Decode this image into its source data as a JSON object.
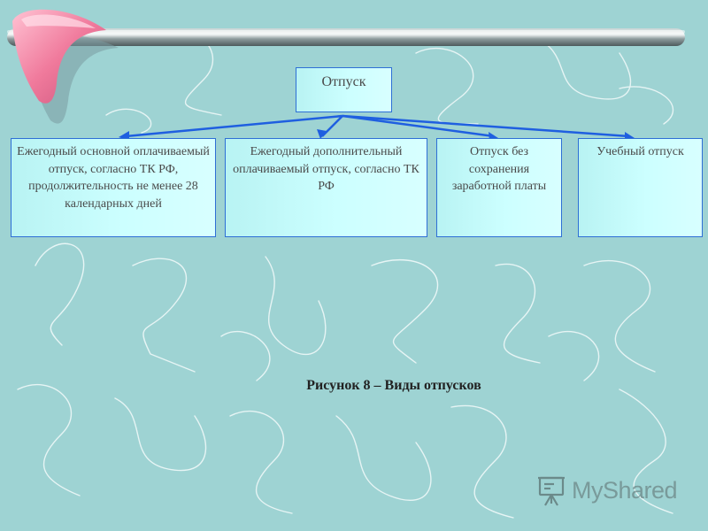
{
  "diagram": {
    "root": {
      "label": "Отпуск"
    },
    "children": [
      {
        "label": "Ежегодный основной оплачиваемый отпуск, согласно ТК РФ, продолжительность не менее 28 календарных дней"
      },
      {
        "label": "Ежегодный дополнительный оплачиваемый отпуск, согласно ТК РФ"
      },
      {
        "label": "Отпуск без сохранения заработной платы"
      },
      {
        "label": "Учебный отпуск"
      }
    ],
    "caption": "Рисунок 8 – Виды отпусков"
  },
  "watermark": {
    "text": "MyShared",
    "icon": "presentation-board-icon"
  },
  "colors": {
    "background": "#9ed3d3",
    "box_fill": "#ccffff",
    "box_border": "#2e6fd6",
    "arrow": "#1f5fe0",
    "rod": "#7c8a8c",
    "boomerang": "#f07a9c"
  }
}
